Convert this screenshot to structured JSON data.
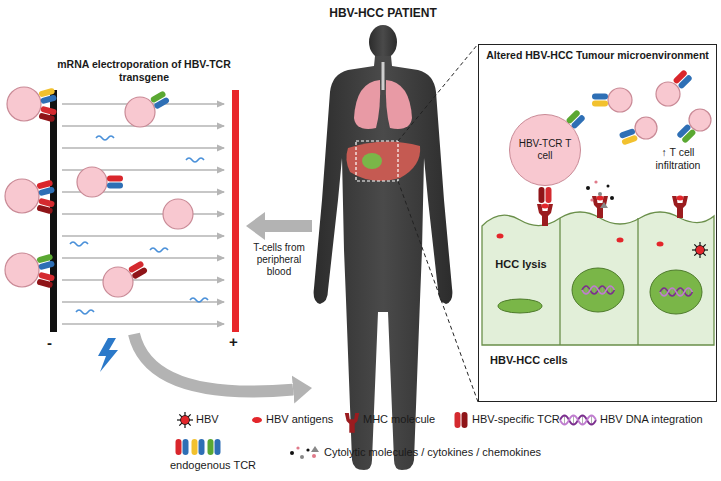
{
  "diagram": {
    "nodes": [
      {
        "text": [
          "HBV-HCC PATIENT"
        ]
      },
      {
        "text": [
          "mRNA electroporation of HBV-TCR transgene"
        ]
      },
      {
        "text": [
          "Altered HBV-HCC Tumour microenvironment"
        ]
      },
      {
        "text": [
          "HBV-TCR T cell"
        ],
        "in": 2
      },
      {
        "text": [
          "HCC lysis"
        ],
        "in": 2
      }
    ],
    "edges": [
      {
        "from": 0,
        "to": 1,
        "arrow": "to",
        "label": "T-cells from peripheral blood"
      },
      {
        "from": 1,
        "to": 0,
        "arrow": "to"
      }
    ],
    "labels": [
      "-",
      "+",
      "↑ T cell infiltration",
      "HBV-HCC cells"
    ],
    "legend": [
      {
        "text": "HBV"
      },
      {
        "text": "HBV antigens"
      },
      {
        "text": "MHC molecule"
      },
      {
        "text": "HBV-specific TCR"
      },
      {
        "text": "HBV DNA integration"
      },
      {
        "text": "endogenous TCR"
      },
      {
        "text": "Cytolytic molecules / cytokines / chemokines"
      }
    ]
  }
}
